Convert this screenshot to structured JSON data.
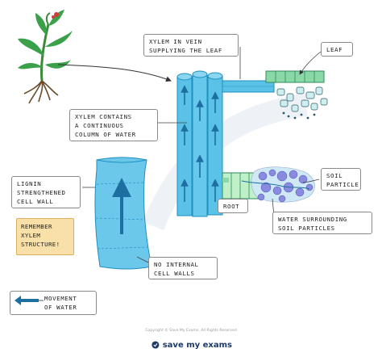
{
  "labels": {
    "xylem_in_vein": [
      "XYLEM IN VEIN",
      "SUPPLYING THE LEAF"
    ],
    "leaf": "LEAF",
    "xylem_contains": [
      "XYLEM CONTAINS",
      "A CONTINUOUS",
      "COLUMN OF WATER"
    ],
    "lignin": [
      "LIGNIN",
      "STRENGTHENED",
      "CELL WALL"
    ],
    "remember": [
      "REMEMBER",
      "XYLEM",
      "STRUCTURE!"
    ],
    "soil_particle": [
      "SOIL",
      "PARTICLE"
    ],
    "root": "ROOT",
    "water_surrounding": [
      "WATER SURROUNDING",
      "SOIL PARTICLES"
    ],
    "no_internal": [
      "NO INTERNAL",
      "CELL WALLS"
    ],
    "key_movement": [
      "MOVEMENT",
      "OF WATER"
    ]
  },
  "footer": {
    "copyright": "Copyright © Save My Exams. All Rights Reserved",
    "logo_text": "save my exams"
  },
  "colors": {
    "xylem": "#5bc2e7",
    "xylem_dark": "#1e8fbf",
    "arrow": "#1c6fa0",
    "plant_green": "#3aa04a",
    "leaf_cells": "#8ad8a8",
    "soil": "#8a8ae0",
    "remember_bg": "#f8e0a8"
  }
}
